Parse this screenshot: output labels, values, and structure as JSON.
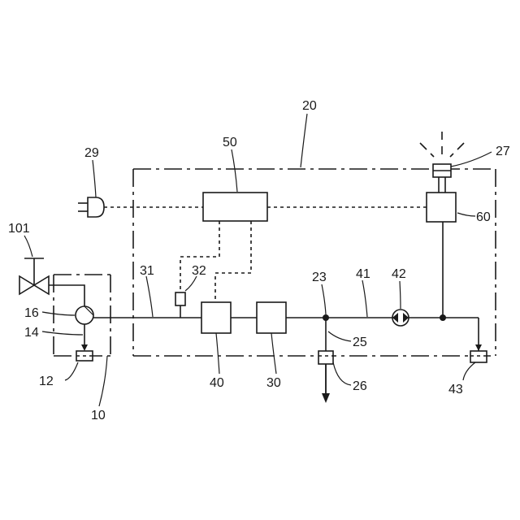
{
  "labels": {
    "n10": "10",
    "n12": "12",
    "n14": "14",
    "n16": "16",
    "n20": "20",
    "n23": "23",
    "n25": "25",
    "n26": "26",
    "n27": "27",
    "n29": "29",
    "n30": "30",
    "n31": "31",
    "n32": "32",
    "n40": "40",
    "n41": "41",
    "n42": "42",
    "n43": "43",
    "n50": "50",
    "n60": "60",
    "n101": "101"
  }
}
